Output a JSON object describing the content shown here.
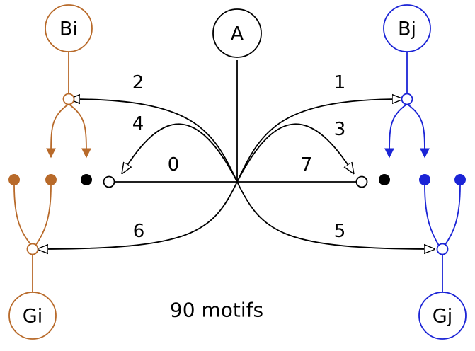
{
  "colors": {
    "black": "#000000",
    "left": "#b86a2a",
    "right": "#1b24d6",
    "white": "#ffffff"
  },
  "nodes": {
    "a": "A",
    "bi": "Bi",
    "bj": "Bj",
    "gi": "Gi",
    "gj": "Gj"
  },
  "edges": {
    "e0": "0",
    "e1": "1",
    "e2": "2",
    "e3": "3",
    "e4": "4",
    "e5": "5",
    "e6": "6",
    "e7": "7"
  },
  "caption": "90 motifs"
}
